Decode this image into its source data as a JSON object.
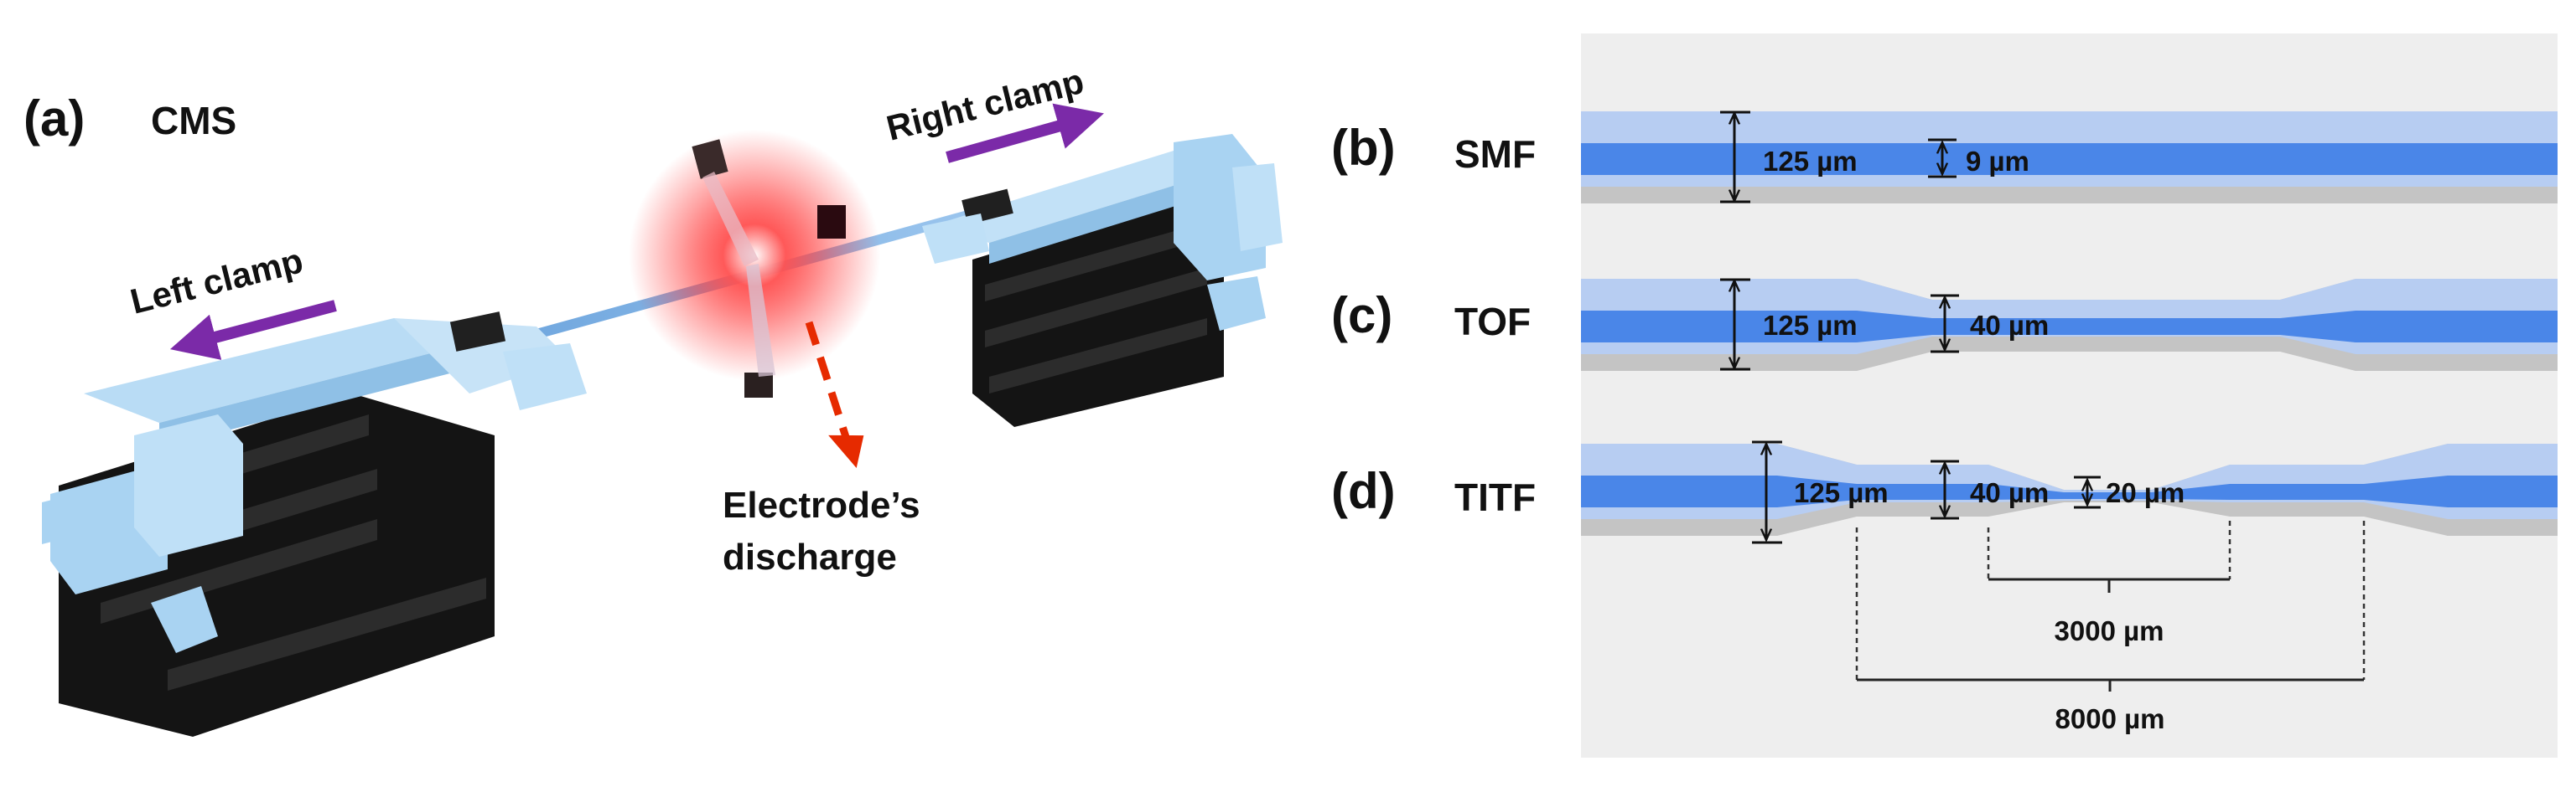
{
  "panel_a": {
    "letter": "(a)",
    "title": "CMS",
    "left_clamp": "Left clamp",
    "right_clamp": "Right clamp",
    "discharge_line1": "Electrode’s",
    "discharge_line2": "discharge"
  },
  "panel_b": {
    "letter": "(b)",
    "name": "SMF",
    "cladding": "125 µm",
    "core": "9 µm"
  },
  "panel_c": {
    "letter": "(c)",
    "name": "TOF",
    "cladding": "125 µm",
    "waist": "40 µm"
  },
  "panel_d": {
    "letter": "(d)",
    "name": "TITF",
    "cladding": "125 µm",
    "waist1": "40 µm",
    "waist2": "20 µm",
    "inner_length": "3000 µm",
    "outer_length": "8000 µm"
  },
  "colors": {
    "core": "#4a86e8",
    "cladding_light": "#b7cdf2",
    "cladding_gray": "#c4c4c4",
    "panel_bg": "#eeeeee",
    "arrow_purple": "#7b2aa8",
    "discharge_red": "#ff2020",
    "discharge_arrow": "#e62a00",
    "clamp_black": "#1a1a1a",
    "clamp_light": "#a9d3f2"
  }
}
